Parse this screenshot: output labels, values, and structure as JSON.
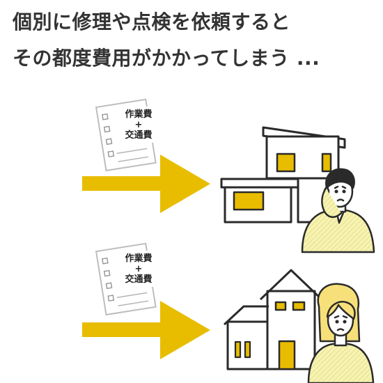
{
  "headline": {
    "line1": "個別に修理や点検を依頼すると",
    "line2": "その都度費用がかかってしまう ..."
  },
  "memo": {
    "line1": "作業費",
    "plus": "+",
    "line2": "交通費"
  },
  "colors": {
    "accent": "#e8bd00",
    "outline": "#2a2a2a",
    "text": "#333333",
    "paper_border": "#bdbdbd",
    "shirt": "#f6f3b4",
    "hair_blonde": "#f7e079"
  },
  "icons": [
    "memo-icon",
    "arrow-icon",
    "apartment-house-icon",
    "house-icon",
    "worried-man-icon",
    "worried-woman-icon"
  ]
}
